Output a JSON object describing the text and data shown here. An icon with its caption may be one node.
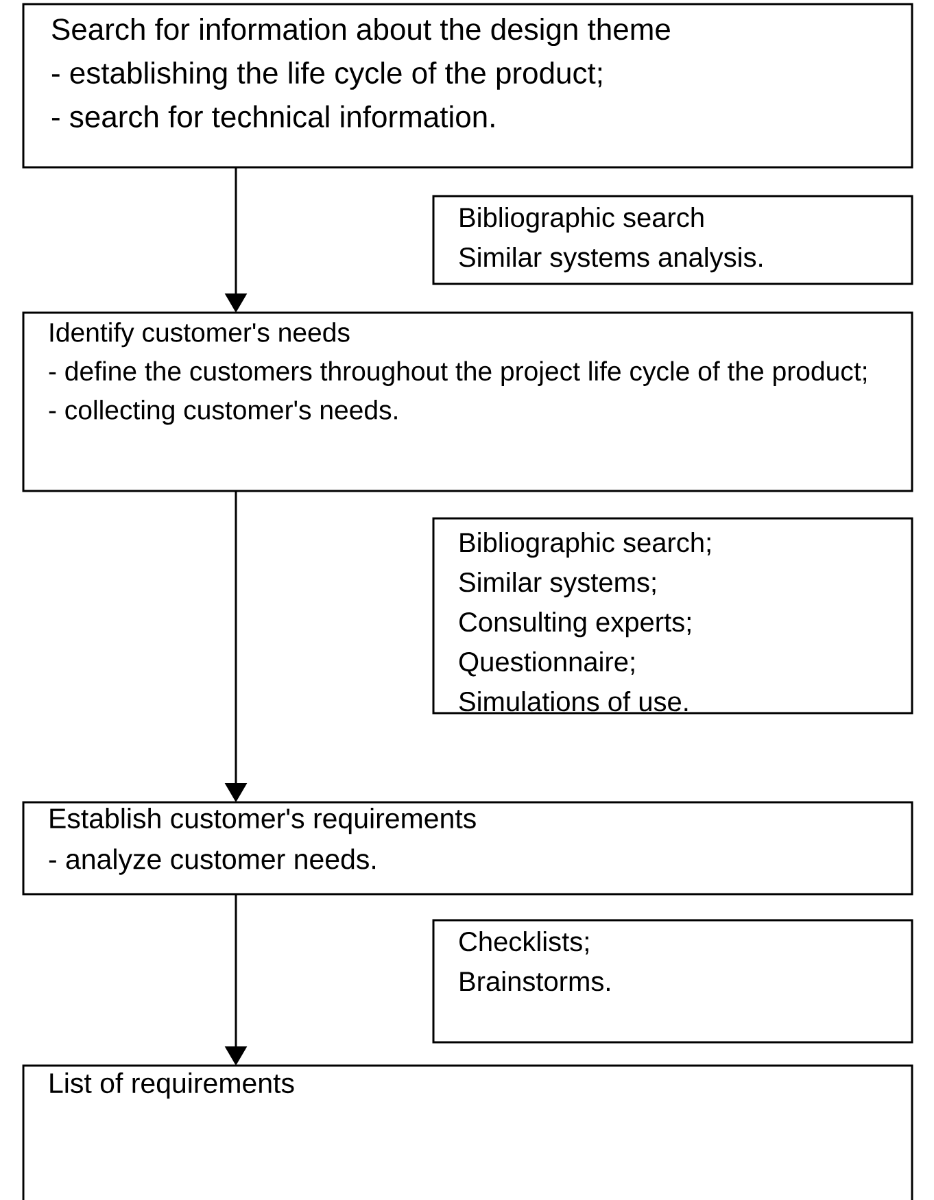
{
  "diagram": {
    "nodes": [
      {
        "text": [
          "Search for information about the design theme",
          "- establishing the life cycle of the product;",
          "- search for technical information."
        ]
      },
      {
        "text": [
          "Bibliographic search",
          "Similar systems analysis."
        ]
      },
      {
        "text": [
          "Identify customer's needs",
          "- define the customers throughout the project life cycle of the product;",
          "- collecting customer's needs."
        ]
      },
      {
        "text": [
          "Bibliographic search;",
          "Similar systems;",
          "Consulting experts;",
          "Questionnaire;",
          "Simulations of use."
        ]
      },
      {
        "text": [
          "Establish customer's requirements",
          "- analyze customer needs."
        ]
      },
      {
        "text": [
          "Checklists;",
          "Brainstorms."
        ]
      },
      {
        "text": [
          "List of requirements"
        ]
      }
    ],
    "edges": [
      {
        "from": 0,
        "to": 2,
        "arrow": "to"
      },
      {
        "from": 2,
        "to": 4,
        "arrow": "to"
      },
      {
        "from": 4,
        "to": 6,
        "arrow": "to"
      }
    ]
  }
}
